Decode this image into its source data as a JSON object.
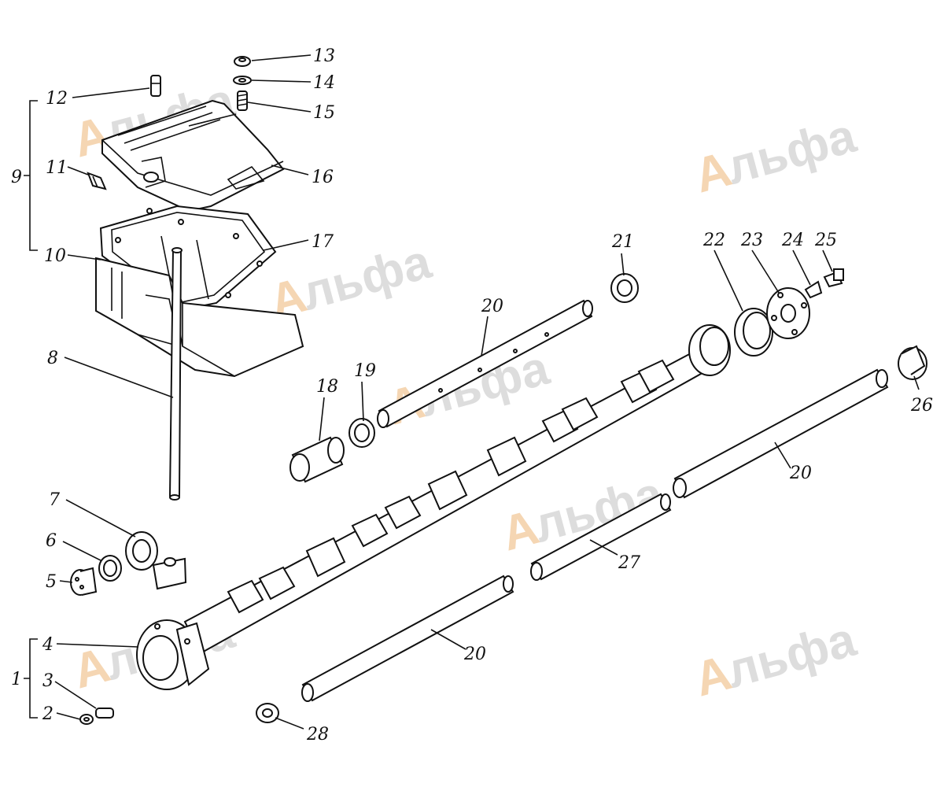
{
  "watermark": {
    "letter": "А",
    "text": "льфа"
  },
  "labels": {
    "l1": "1",
    "l2": "2",
    "l3": "3",
    "l4": "4",
    "l5": "5",
    "l6": "6",
    "l7": "7",
    "l8": "8",
    "l9": "9",
    "l10": "10",
    "l11": "11",
    "l12": "12",
    "l13": "13",
    "l14": "14",
    "l15": "15",
    "l16": "16",
    "l17": "17",
    "l18": "18",
    "l19": "19",
    "l20a": "20",
    "l20b": "20",
    "l20c": "20",
    "l21": "21",
    "l22": "22",
    "l23": "23",
    "l24": "24",
    "l25": "25",
    "l26": "26",
    "l27": "27",
    "l28": "28"
  }
}
